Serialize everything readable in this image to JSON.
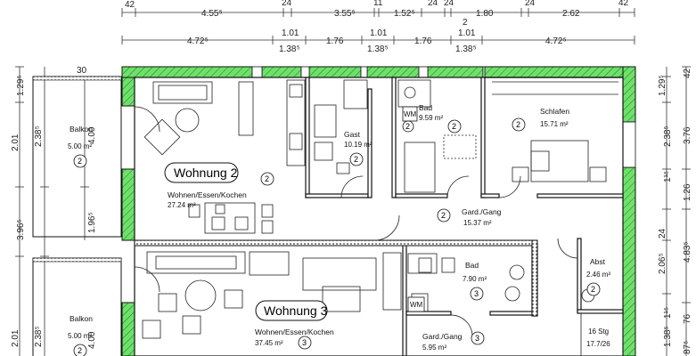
{
  "dims_top_row1": [
    "42",
    "4.55⁵",
    "24",
    "3.55⁵",
    "11",
    "1.52⁵",
    "24",
    "24",
    "1.80",
    "24",
    "2.62",
    "42"
  ],
  "dims_top_row2_upper": [
    "1.01",
    "1.01",
    "1.01",
    "2"
  ],
  "dims_top_row2_lower": [
    "4.72⁵",
    "1.38⁵",
    "1.76",
    "1.38⁵",
    "1.76",
    "1.38⁵",
    "4.72⁵"
  ],
  "dims_left_outer": [
    "1.29⁵",
    "2.01",
    "3.96⁵",
    "2.01"
  ],
  "dims_left_inner": [
    "30",
    "2.38⁵",
    "4.00",
    "1.96⁵",
    "2.38⁵",
    "4.00"
  ],
  "dims_right_inner": [
    "1.29⁵",
    "2.38⁵",
    "1¹⁵",
    "24",
    "2.06⁵",
    "1¹⁵",
    "1.38⁵"
  ],
  "dims_right_outer": [
    "42",
    "3.76",
    "1.26",
    "4.83⁵",
    "76",
    "87⁵"
  ],
  "rooms": {
    "balkon_top": {
      "name": "Balkon",
      "area": "5.00 m²",
      "tag": "2"
    },
    "balkon_bottom": {
      "name": "Balkon",
      "area": "5.00 m²",
      "tag": "2"
    },
    "gast": {
      "name": "Gast",
      "area": "10.19 m²",
      "tag": "2"
    },
    "bad_top": {
      "name": "Bad",
      "area": "9.59 m²",
      "tag": "2"
    },
    "schlafen": {
      "name": "Schlafen",
      "area": "15.71 m²",
      "tag": "2"
    },
    "wohnen2": {
      "name": "Wohnen/Essen/Kochen",
      "area": "27.24 m²",
      "tag": "2"
    },
    "gard_gang_top": {
      "name": "Gard./Gang",
      "area": "15.37 m²",
      "tag": "2"
    },
    "wohnen3": {
      "name": "Wohnen/Essen/Kochen",
      "area": "37.45 m²",
      "tag": "3"
    },
    "bad_bottom": {
      "name": "Bad",
      "area": "7.90 m²",
      "tag": "3"
    },
    "abst": {
      "name": "Abst",
      "area": "2.46 m²",
      "tag": "2"
    },
    "gard_gang_bottom": {
      "name": "Gard./Gang",
      "area": "5.95 m²",
      "tag": "3"
    },
    "stairs": {
      "name": "16 Stg",
      "area": "17.7/26"
    }
  },
  "units": {
    "wohnung2": "Wohnung 2",
    "wohnung3": "Wohnung 3"
  },
  "tags": {
    "wm_top": "WM",
    "wm_bottom": "WM",
    "bad_tag_extra": "2"
  },
  "colors": {
    "wall_hatch": "#4cd04a",
    "line": "#111111"
  }
}
